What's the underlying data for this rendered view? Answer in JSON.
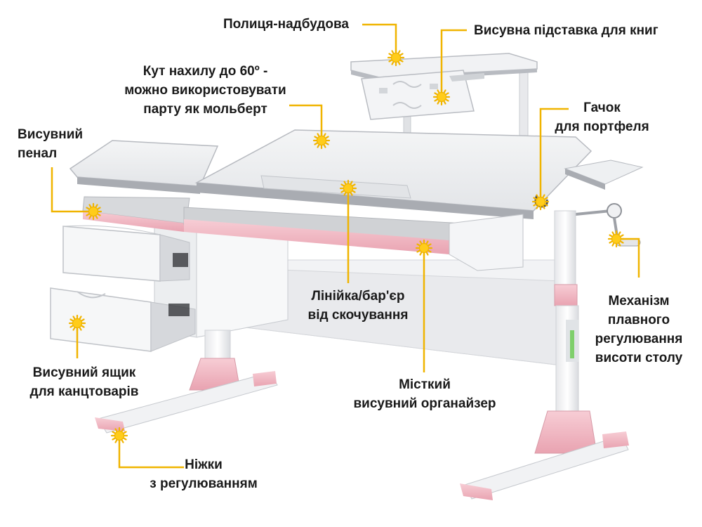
{
  "colors": {
    "callout": "#f0b400",
    "marker": "#ffcc1a",
    "accent_pink": "#f3b9c4",
    "frame_grey": "#d8dadd",
    "text": "#1a1a1a"
  },
  "callouts": [
    {
      "id": "shelf",
      "lines": [
        "Полиця-надбудова"
      ]
    },
    {
      "id": "book-stand",
      "lines": [
        "Висувна підставка для книг"
      ]
    },
    {
      "id": "tilt",
      "lines": [
        "Кут нахилу до 60º -",
        "можно використовувати",
        "парту як мольберт"
      ]
    },
    {
      "id": "hook",
      "lines": [
        "Гачок",
        "для портфеля"
      ]
    },
    {
      "id": "pencil-case",
      "lines": [
        "Висувний",
        "пенал"
      ]
    },
    {
      "id": "ruler",
      "lines": [
        "Лінійка/бар'єр",
        "від скочування"
      ]
    },
    {
      "id": "height-mechanism",
      "lines": [
        "Механізм",
        "плавного",
        "регулювання",
        "висоти столу"
      ]
    },
    {
      "id": "drawer",
      "lines": [
        "Висувний ящик",
        "для канцтоварів"
      ]
    },
    {
      "id": "organizer",
      "lines": [
        "Місткий",
        "висувний органайзер"
      ]
    },
    {
      "id": "legs",
      "lines": [
        "Ніжки",
        "з регулюванням"
      ]
    }
  ]
}
